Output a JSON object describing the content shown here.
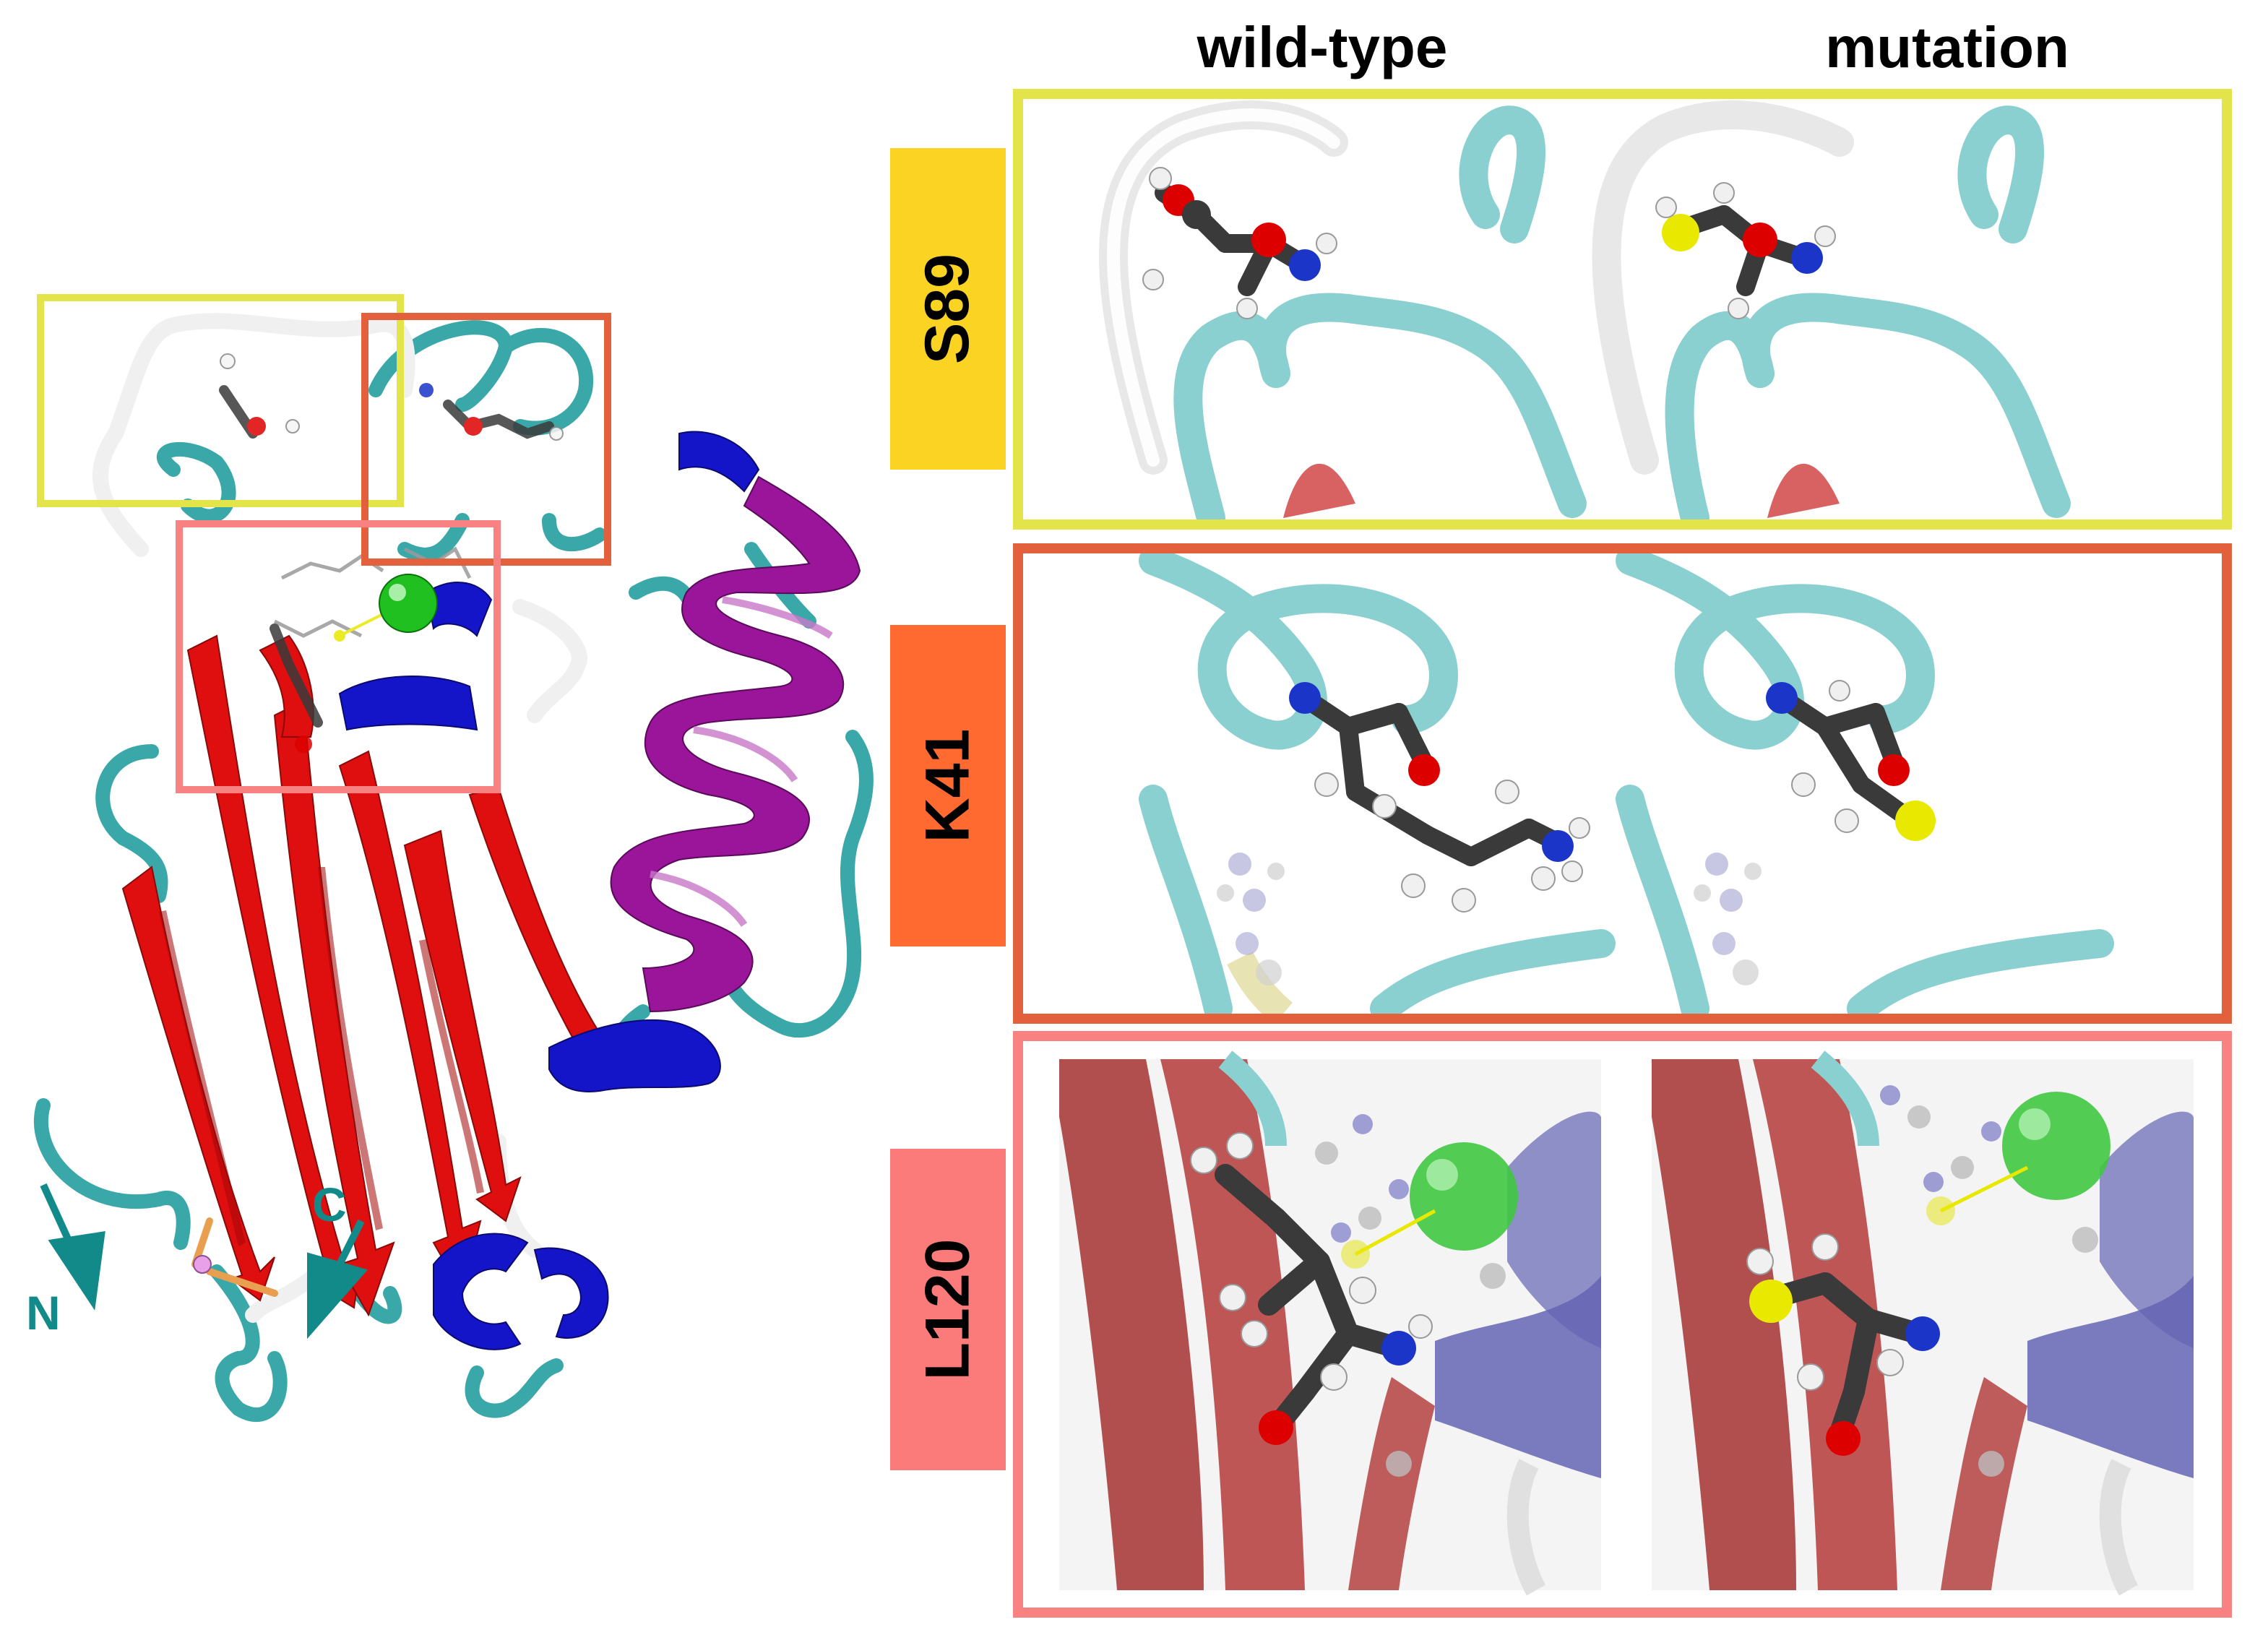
{
  "columns": {
    "wild_type": "wild-type",
    "mutation": "mutation"
  },
  "termini": {
    "n_label": "N",
    "c_label": "C"
  },
  "sites": [
    {
      "label": "S89",
      "color": "#fbd423",
      "frame_color": "#e3e34a"
    },
    {
      "label": "K41",
      "color": "#ff6a30",
      "frame_color": "#e2603c"
    },
    {
      "label": "L120",
      "color": "#fb7b7b",
      "frame_color": "#f88282"
    }
  ],
  "colors": {
    "beta_strand": "#e00f0f",
    "helix_3_10": "#1414c8",
    "alpha_helix": "#9b159b",
    "coil": "#3aa8a8",
    "turn": "#f0f0f0",
    "metal_ion": "#20c020",
    "sulfur": "#e8e800",
    "oxygen": "#dd0000",
    "nitrogen": "#1a35c8",
    "carbon": "#3a3a3a",
    "terminus_arrow": "#128a8a"
  }
}
